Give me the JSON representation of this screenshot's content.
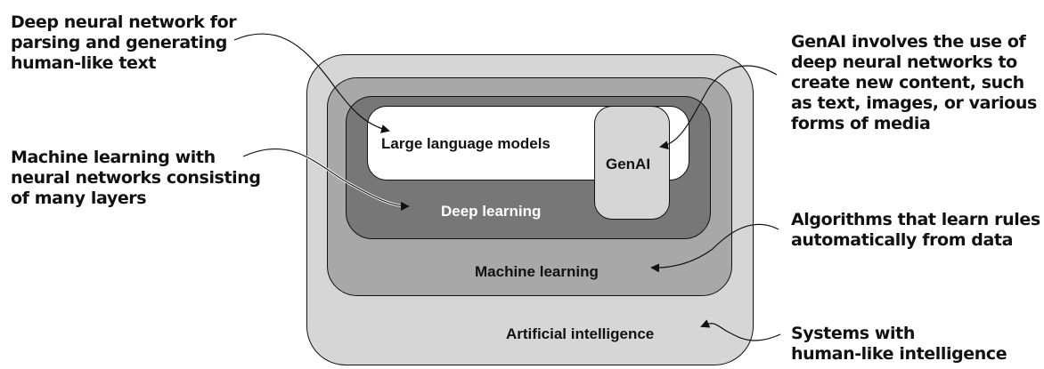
{
  "diagram": {
    "regions": {
      "artificial_intelligence": {
        "label": "Artificial intelligence",
        "fill": "#d6d6d6"
      },
      "machine_learning": {
        "label": "Machine learning",
        "fill": "#a8a8a8"
      },
      "deep_learning": {
        "label": "Deep learning",
        "fill": "#777777",
        "label_color": "#ffffff"
      },
      "large_language_models": {
        "label": "Large language models",
        "fill": "#ffffff"
      },
      "genai": {
        "label": "GenAI",
        "fill": "#d6d6d6"
      }
    },
    "annotations": {
      "llm": "Deep neural network for\nparsing and generating\nhuman-like text",
      "deep_learning": "Machine learning with\nneural networks consisting\nof many layers",
      "genai": "GenAI involves the use of\ndeep neural networks to\ncreate new content, such\nas text, images, or various\nforms of media",
      "machine_learning": "Algorithms that learn rules\nautomatically from data",
      "artificial_intelligence": "Systems with\nhuman-like intelligence"
    }
  }
}
